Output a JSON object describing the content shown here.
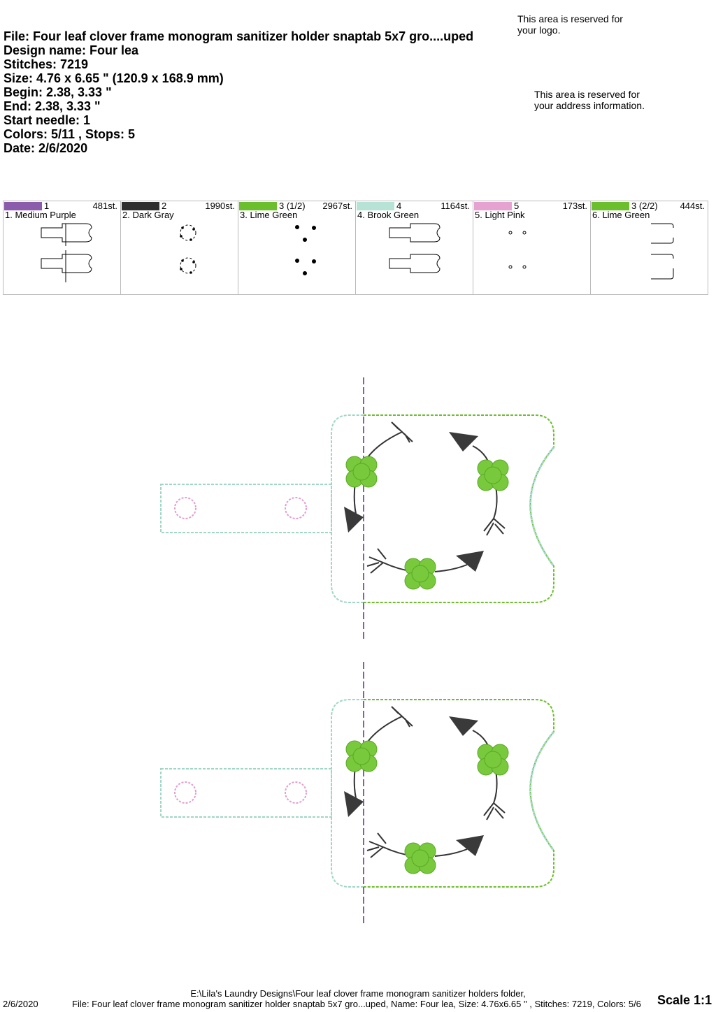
{
  "header": {
    "file": "File: Four leaf clover frame monogram sanitizer holder snaptab 5x7 gro....uped",
    "design_name": "Design name: Four lea",
    "stitches": "Stitches: 7219",
    "size": "Size: 4.76 x 6.65 \" (120.9 x 168.9 mm)",
    "begin": "Begin: 2.38, 3.33 \"",
    "end": "End: 2.38, 3.33 \"",
    "start_needle": "Start needle: 1",
    "colors_stops": "Colors: 5/11 , Stops: 5",
    "date": "Date: 2/6/2020"
  },
  "notes": {
    "logo": "This area is reserved for your logo.",
    "address": "This area is reserved for your address information."
  },
  "color_stops": [
    {
      "needle": "1",
      "stitches": "481st.",
      "name": "1. Medium Purple",
      "color": "#8a5cab",
      "icon": "tab-outline-icon"
    },
    {
      "needle": "2",
      "stitches": "1990st.",
      "name": "2. Dark Gray",
      "color": "#2e2e2e",
      "icon": "ring-dots-icon"
    },
    {
      "needle": "3 (1/2)",
      "stitches": "2967st.",
      "name": "3. Lime Green",
      "color": "#6cbf2c",
      "icon": "dots-icon"
    },
    {
      "needle": "4",
      "stitches": "1164st.",
      "name": "4. Brook Green",
      "color": "#b6e3d6",
      "icon": "tab-outline-icon"
    },
    {
      "needle": "5",
      "stitches": "173st.",
      "name": "5. Light Pink",
      "color": "#e6a3d2",
      "icon": "small-circles-icon"
    },
    {
      "needle": "3 (2/2)",
      "stitches": "444st.",
      "name": "6. Lime Green",
      "color": "#6cbf2c",
      "icon": "brackets-icon"
    }
  ],
  "footer": {
    "date": "2/6/2020",
    "path": "E:\\Lila's Laundry Designs\\Four leaf clover frame monogram sanitizer holders folder,",
    "file_line": "File: Four leaf clover frame monogram sanitizer holder snaptab 5x7 gro...uped, Name: Four lea, Size: 4.76x6.65 \" , Stitches: 7219, Colors: 5/6",
    "scale": "Scale 1:1"
  }
}
